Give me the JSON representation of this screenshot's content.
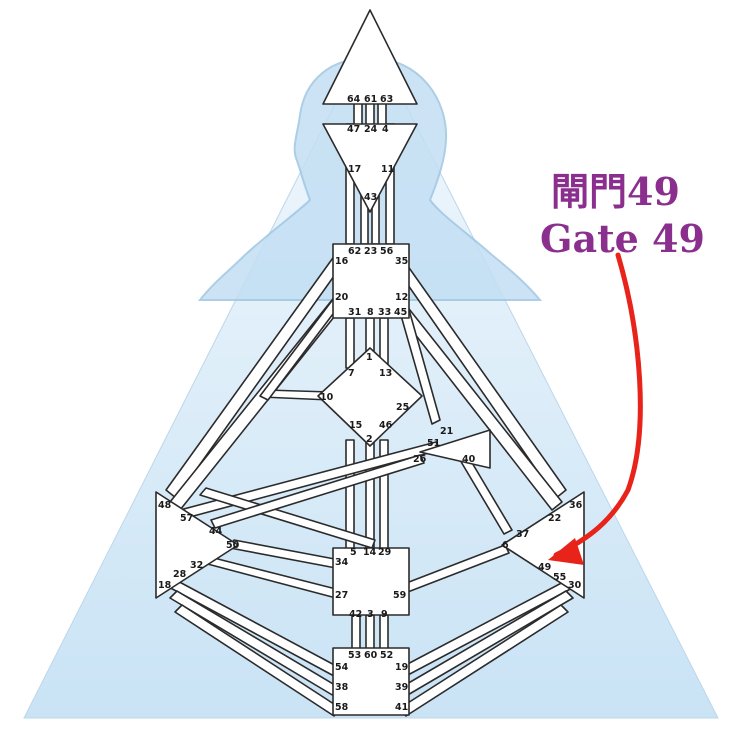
{
  "callout": {
    "chinese": "閘門49",
    "english": "Gate 49",
    "text_color": "#8b2f8f",
    "arrow_color": "#e8231a"
  },
  "colors": {
    "background_light": "#eef6fc",
    "background_dark": "#cfe6f6",
    "outline": "#2b2b2b",
    "shape_fill": "#ffffff"
  },
  "gates": {
    "g64": "64",
    "g61": "61",
    "g63": "63",
    "g47": "47",
    "g24": "24",
    "g4": "4",
    "g17": "17",
    "g11": "11",
    "g43": "43",
    "g62": "62",
    "g23": "23",
    "g56": "56",
    "g16": "16",
    "g35": "35",
    "g20": "20",
    "g12": "12",
    "g31": "31",
    "g8": "8",
    "g33": "33",
    "g45": "45",
    "g1": "1",
    "g7": "7",
    "g13": "13",
    "g10": "10",
    "g25": "25",
    "g15": "15",
    "g46": "46",
    "g2": "2",
    "g21": "21",
    "g51": "51",
    "g26": "26",
    "g40": "40",
    "g48": "48",
    "g57": "57",
    "g44": "44",
    "g50": "50",
    "g36": "36",
    "g22": "22",
    "g37": "37",
    "g6": "6",
    "g5": "5",
    "g14": "14",
    "g29": "29",
    "g34": "34",
    "g27": "27",
    "g59": "59",
    "g32": "32",
    "g28": "28",
    "g18": "18",
    "g49": "49",
    "g55": "55",
    "g30": "30",
    "g42": "42",
    "g3": "3",
    "g9": "9",
    "g53": "53",
    "g60": "60",
    "g52": "52",
    "g54": "54",
    "g19": "19",
    "g38": "38",
    "g39": "39",
    "g58": "58",
    "g41": "41"
  }
}
